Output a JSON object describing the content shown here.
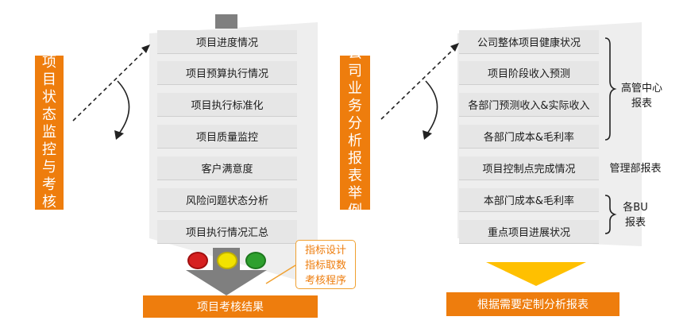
{
  "left": {
    "title": "项目状态监控与考核",
    "items": [
      "项目进度情况",
      "项目预算执行情况",
      "项目执行标准化",
      "项目质量监控",
      "客户满意度",
      "风险问题状态分析",
      "项目执行情况汇总"
    ],
    "callout": [
      "指标设计",
      "指标取数",
      "考核程序"
    ],
    "result": "项目考核结果",
    "lights": [
      "#d62020",
      "#f2e200",
      "#2ea02e"
    ]
  },
  "right": {
    "title": "公司业务分析报表举例",
    "items": [
      "公司整体项目健康状况",
      "项目阶段收入预测",
      "各部门预测收入&实际收入",
      "各部门成本&毛利率",
      "项目控制点完成情况",
      "本部门成本&毛利率",
      "重点项目进展状况"
    ],
    "groups": [
      "高管中心报表",
      "管理部报表",
      "各BU报表"
    ],
    "result": "根据需要定制分析报表"
  },
  "colors": {
    "accent": "#ee7d0d",
    "panel": "#eeeeee",
    "bar": "#e6e6e6",
    "arrow": "#7f7f7f",
    "funnel": "#ffc000"
  }
}
